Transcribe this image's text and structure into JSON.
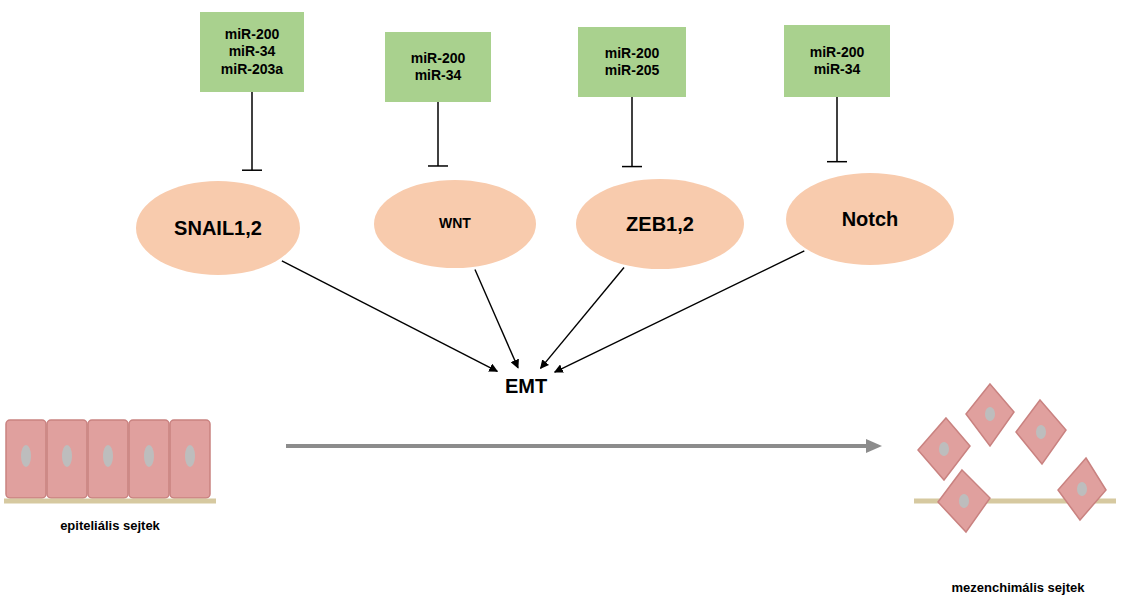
{
  "diagram": {
    "nodes": [
      {
        "text": [
          "miR-200",
          "miR-34",
          "miR-203a"
        ]
      },
      {
        "text": [
          "miR-200",
          "miR-34"
        ]
      },
      {
        "text": [
          "miR-200",
          "miR-205"
        ]
      },
      {
        "text": [
          "miR-200",
          "miR-34"
        ]
      },
      {
        "text": [
          "SNAIL1,2"
        ]
      },
      {
        "text": [
          "WNT"
        ]
      },
      {
        "text": [
          "ZEB1,2"
        ]
      },
      {
        "text": [
          "Notch"
        ]
      },
      {
        "text": [
          "EMT"
        ]
      }
    ],
    "edges": [
      {
        "from": 0,
        "to": 4,
        "arrow": "to"
      },
      {
        "from": 1,
        "to": 5,
        "arrow": "to"
      },
      {
        "from": 2,
        "to": 6,
        "arrow": "to"
      },
      {
        "from": 3,
        "to": 7,
        "arrow": "to"
      },
      {
        "from": 4,
        "to": 8,
        "arrow": "to"
      },
      {
        "from": 5,
        "to": 8,
        "arrow": "to"
      },
      {
        "from": 6,
        "to": 8,
        "arrow": "to"
      },
      {
        "from": 7,
        "to": 8,
        "arrow": "to"
      }
    ],
    "labels": [
      "epiteliális sejtek",
      "mezenchimális sejtek"
    ]
  }
}
